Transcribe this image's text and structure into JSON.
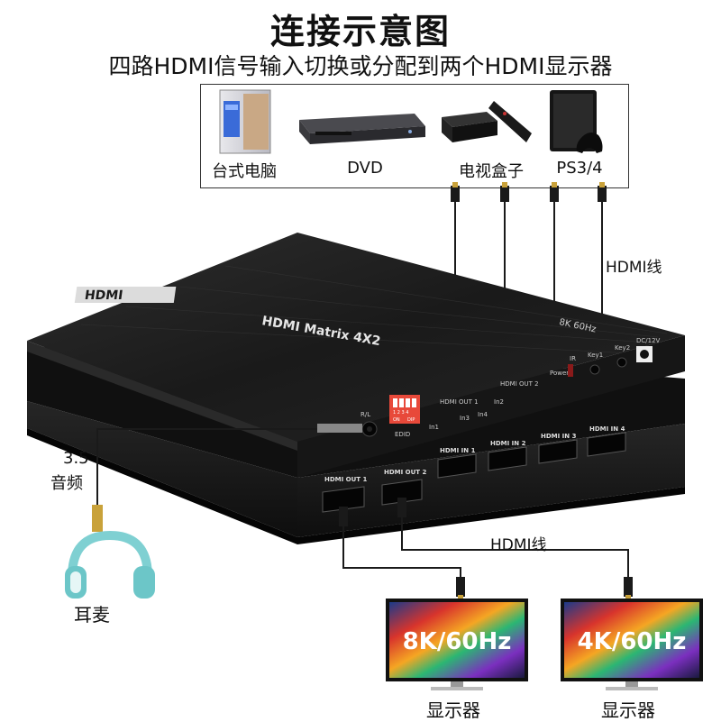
{
  "header": {
    "title": "连接示意图",
    "subtitle": "四路HDMI信号输入切换或分配到两个HDMI显示器"
  },
  "sources": [
    {
      "label": "台式电脑",
      "icon": "desktop-pc-icon"
    },
    {
      "label": "DVD",
      "icon": "dvd-player-icon"
    },
    {
      "label": "电视盒子",
      "icon": "tv-box-icon"
    },
    {
      "label": "PS3/4",
      "icon": "game-console-icon"
    }
  ],
  "device": {
    "brand": "HDMI",
    "model": "HDMI Matrix 4X2",
    "spec": "8K 60Hz",
    "inputs": [
      "HDMI IN 1",
      "HDMI IN 2",
      "HDMI IN 3",
      "HDMI IN 4"
    ],
    "outputs": [
      "HDMI OUT 1",
      "HDMI OUT 2"
    ],
    "audio_port": "R/L",
    "edid_label": "EDID",
    "dip_numbers": "1 2 3 4",
    "dip_on": "ON",
    "dip_dip": "DIP",
    "out1_group": "HDMI OUT 1",
    "out2_group": "HDMI OUT 2",
    "in_leds": [
      "In1",
      "In2",
      "In3",
      "In4"
    ],
    "power_label": "Power",
    "ir_label": "IR",
    "key1_label": "Key1",
    "key2_label": "Key2",
    "dc_label": "DC/12V"
  },
  "labels": {
    "hdmi_cable_top": "HDMI线",
    "hdmi_cable_bottom": "HDMI线",
    "audio_size": "3.5",
    "audio_text": "音频",
    "headphone": "耳麦"
  },
  "monitors": [
    {
      "resolution": "8K/60Hz",
      "label": "显示器"
    },
    {
      "resolution": "4K/60Hz",
      "label": "显示器"
    }
  ],
  "colors": {
    "device_body": "#1c1c1c",
    "cable": "#1a1a1a",
    "connector_gold": "#c9a23a",
    "dip_red": "#e8493a",
    "headphone_teal": "#6cc6c8"
  }
}
